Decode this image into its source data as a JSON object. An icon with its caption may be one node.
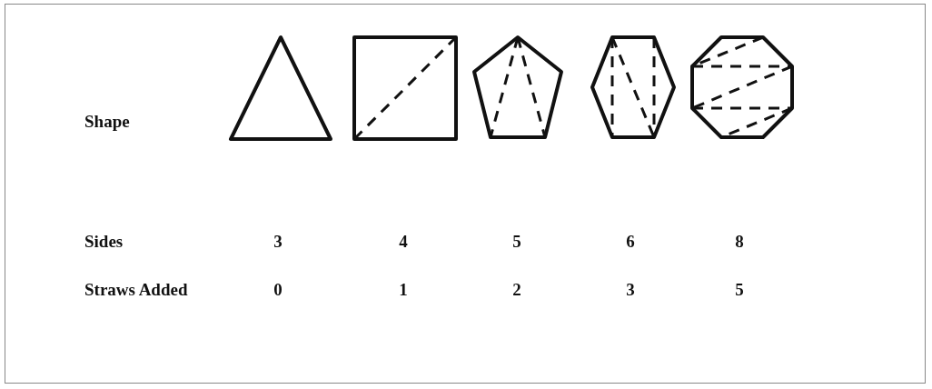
{
  "diagram": {
    "labels": [
      "Shape",
      "Sides",
      "3",
      "4",
      "5",
      "6",
      "8",
      "Straws Added",
      "0",
      "1",
      "2",
      "3",
      "5"
    ]
  }
}
